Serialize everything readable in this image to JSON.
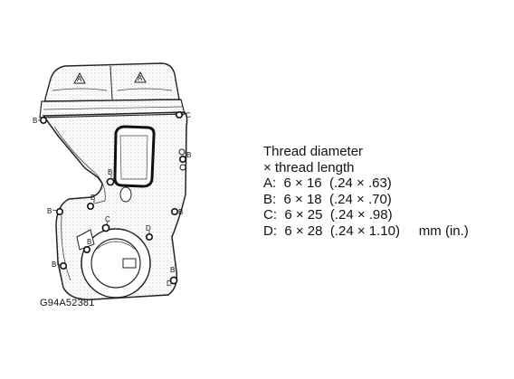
{
  "figure_code": "G94A52381",
  "cover_marks": [
    "A",
    "A"
  ],
  "callouts": {
    "B_upper_left": "B",
    "C_upper_right": "C",
    "B_window": "B",
    "B_right_mid": "B",
    "B_right_low": "B",
    "B_mid_left": "B",
    "B_left": "B",
    "C_lower": "C",
    "B_inner": "B",
    "D_lower": "D",
    "B_lower_left": "B",
    "B_bottom_right": "B",
    "D_bottom_right": "D"
  },
  "spec": {
    "title_line1": "Thread diameter",
    "title_line2": "× thread length",
    "rows": [
      {
        "label": "A:",
        "size": "6 × 16",
        "inches": "(.24 × .63)"
      },
      {
        "label": "B:",
        "size": "6 × 18",
        "inches": "(.24 × .70)"
      },
      {
        "label": "C:",
        "size": "6 × 25",
        "inches": "(.24 × .98)"
      },
      {
        "label": "D:",
        "size": "6 × 28",
        "inches": "(.24 × 1.10)"
      }
    ],
    "units": "mm (in.)"
  }
}
